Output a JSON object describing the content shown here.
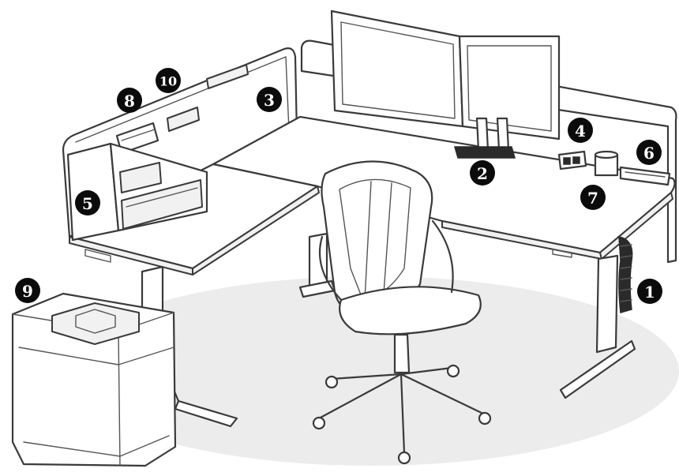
{
  "callouts": [
    {
      "label": "1",
      "target": "desk-frame-cable-spine"
    },
    {
      "label": "2",
      "target": "monitor-arm-clamp"
    },
    {
      "label": "3",
      "target": "screen-accessory-tray"
    },
    {
      "label": "4",
      "target": "power-module"
    },
    {
      "label": "5",
      "target": "desk-storage-unit"
    },
    {
      "label": "6",
      "target": "desk-tray"
    },
    {
      "label": "7",
      "target": "pen-cup"
    },
    {
      "label": "8",
      "target": "screen-hanging-tray"
    },
    {
      "label": "9",
      "target": "mobile-pedestal"
    },
    {
      "label": "10",
      "target": "screen-hanging-shelf"
    }
  ]
}
